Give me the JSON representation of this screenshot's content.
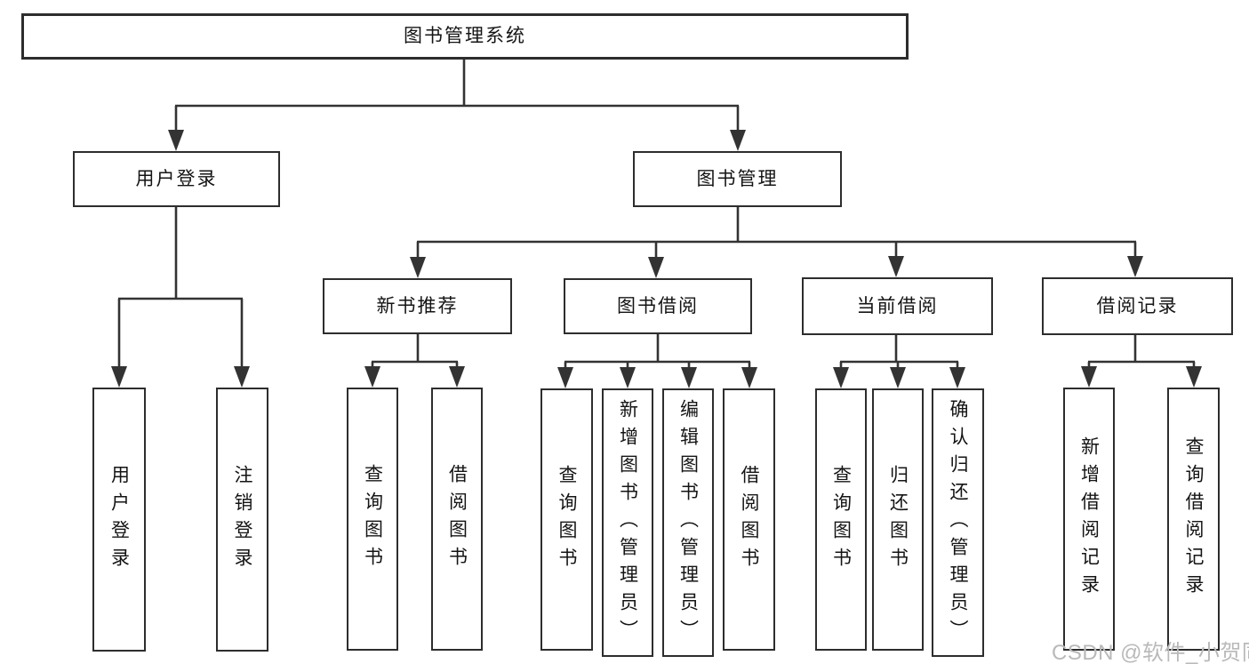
{
  "diagram": {
    "title": "图书管理系统",
    "type": "hierarchy-tree"
  },
  "colors": {
    "line": "#333333",
    "box_border": "#2d2d2d",
    "box_fill": "#ffffff",
    "text": "#141414",
    "watermark": "#b9b9b9",
    "background": "#ffffff"
  },
  "nodes": [
    {
      "id": "root",
      "name": "node-system-root",
      "label": "图书管理系统",
      "level": 1,
      "parent": null
    },
    {
      "id": "user-login",
      "name": "node-user-login",
      "label": "用户登录",
      "level": 2,
      "parent": "root"
    },
    {
      "id": "book-mgmt",
      "name": "node-book-management",
      "label": "图书管理",
      "level": 2,
      "parent": "root"
    },
    {
      "id": "new-book-rec",
      "name": "node-new-book-recommend",
      "label": "新书推荐",
      "level": 3,
      "parent": "book-mgmt"
    },
    {
      "id": "book-borrow",
      "name": "node-book-borrowing",
      "label": "图书借阅",
      "level": 3,
      "parent": "book-mgmt"
    },
    {
      "id": "current-borrow",
      "name": "node-current-borrowing",
      "label": "当前借阅",
      "level": 3,
      "parent": "book-mgmt"
    },
    {
      "id": "borrow-record",
      "name": "node-borrow-records",
      "label": "借阅记录",
      "level": 3,
      "parent": "book-mgmt"
    },
    {
      "id": "leaf-user-login",
      "name": "node-leaf-user-login",
      "label": "用户登录",
      "level": 4,
      "parent": "user-login"
    },
    {
      "id": "leaf-logout",
      "name": "node-leaf-logout",
      "label": "注销登录",
      "level": 4,
      "parent": "user-login"
    },
    {
      "id": "leaf-nbr-query",
      "name": "node-leaf-query-books-1",
      "label": "查询图书",
      "level": 4,
      "parent": "new-book-rec"
    },
    {
      "id": "leaf-nbr-borrow",
      "name": "node-leaf-borrow-books-1",
      "label": "借阅图书",
      "level": 4,
      "parent": "new-book-rec"
    },
    {
      "id": "leaf-bb-query",
      "name": "node-leaf-query-books-2",
      "label": "查询图书",
      "level": 4,
      "parent": "book-borrow"
    },
    {
      "id": "leaf-bb-add",
      "name": "node-leaf-add-books-admin",
      "label": "新增图书（管理员）",
      "level": 4,
      "parent": "book-borrow"
    },
    {
      "id": "leaf-bb-edit",
      "name": "node-leaf-edit-books-admin",
      "label": "编辑图书（管理员）",
      "level": 4,
      "parent": "book-borrow"
    },
    {
      "id": "leaf-bb-borrow",
      "name": "node-leaf-borrow-books-2",
      "label": "借阅图书",
      "level": 4,
      "parent": "book-borrow"
    },
    {
      "id": "leaf-cb-query",
      "name": "node-leaf-query-books-3",
      "label": "查询图书",
      "level": 4,
      "parent": "current-borrow"
    },
    {
      "id": "leaf-cb-return",
      "name": "node-leaf-return-books",
      "label": "归还图书",
      "level": 4,
      "parent": "current-borrow"
    },
    {
      "id": "leaf-cb-confirm",
      "name": "node-leaf-confirm-return-admin",
      "label": "确认归还（管理员）",
      "level": 4,
      "parent": "current-borrow"
    },
    {
      "id": "leaf-br-add",
      "name": "node-leaf-add-borrow-record",
      "label": "新增借阅记录",
      "level": 4,
      "parent": "borrow-record"
    },
    {
      "id": "leaf-br-query",
      "name": "node-leaf-query-borrow-record",
      "label": "查询借阅记录",
      "level": 4,
      "parent": "borrow-record"
    }
  ],
  "watermark": {
    "text": "CSDN @软件_小贺同学"
  }
}
